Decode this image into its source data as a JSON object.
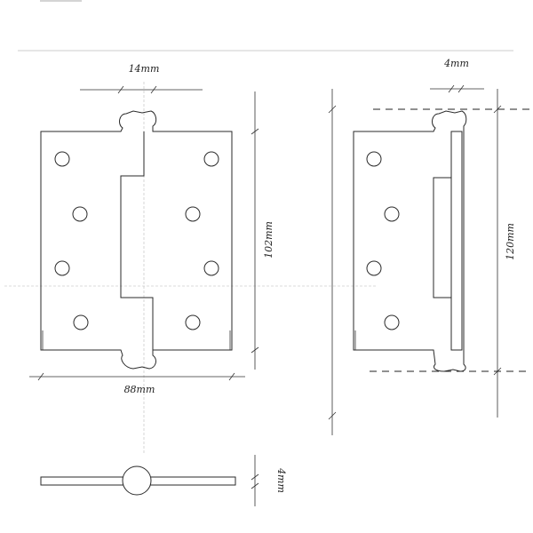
{
  "dimensions": {
    "pin_width": "14mm",
    "knuckle_offset": "4mm",
    "leaf_height": "102mm",
    "open_width": "88mm",
    "overall_height": "120mm",
    "thickness": "4mm"
  }
}
